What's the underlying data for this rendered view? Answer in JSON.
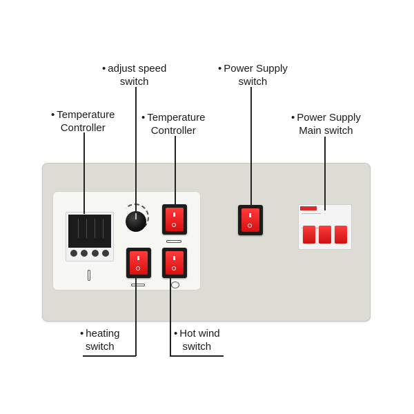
{
  "labels": {
    "adjust_speed": {
      "line1": "adjust speed",
      "line2": "switch"
    },
    "power_supply": {
      "line1": "Power Supply",
      "line2": "switch"
    },
    "temp_controller_left": {
      "line1": "Temperature",
      "line2": "Controller"
    },
    "temp_controller_mid": {
      "line1": "Temperature",
      "line2": "Controller"
    },
    "main_switch": {
      "line1": "Power Supply",
      "line2": "Main switch"
    },
    "heating": {
      "line1": "heating",
      "line2": "switch"
    },
    "hot_wind": {
      "line1": "Hot wind",
      "line2": "switch"
    }
  },
  "bullet": "•",
  "colors": {
    "panel": "#dcdcd4",
    "switch_red": "#e81b1b",
    "background": "#ffffff"
  },
  "icons": [
    "knob-icon",
    "thermometer-icon",
    "heater-icon",
    "fan-icon",
    "speed-icon"
  ]
}
